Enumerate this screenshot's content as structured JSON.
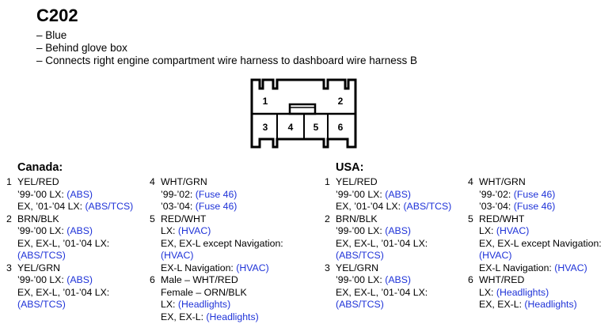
{
  "title": "C202",
  "notes": [
    "– Blue",
    "– Behind glove box",
    "– Connects right engine compartment wire harness to dashboard wire harness B"
  ],
  "colors": {
    "text": "#000000",
    "link": "#1f33d8",
    "background": "#ffffff"
  },
  "connector": {
    "cavities": [
      {
        "num": "1"
      },
      {
        "num": "2"
      },
      {
        "num": "3"
      },
      {
        "num": "4"
      },
      {
        "num": "5"
      },
      {
        "num": "6"
      }
    ]
  },
  "sections": [
    {
      "heading": "Canada:",
      "columns": [
        [
          {
            "num": "1",
            "lines": [
              [
                {
                  "t": "YEL/RED"
                }
              ],
              [
                {
                  "t": "’99-’00 LX: "
                },
                {
                  "t": "(ABS)",
                  "link": true
                }
              ],
              [
                {
                  "t": "EX, ’01-’04 LX: "
                },
                {
                  "t": "(ABS/TCS)",
                  "link": true
                }
              ]
            ]
          },
          {
            "num": "2",
            "lines": [
              [
                {
                  "t": "BRN/BLK"
                }
              ],
              [
                {
                  "t": "’99-’00 LX: "
                },
                {
                  "t": "(ABS)",
                  "link": true
                }
              ],
              [
                {
                  "t": "EX, EX-L, ’01-’04 LX:"
                }
              ],
              [
                {
                  "t": "(ABS/TCS)",
                  "link": true
                }
              ]
            ]
          },
          {
            "num": "3",
            "lines": [
              [
                {
                  "t": "YEL/GRN"
                }
              ],
              [
                {
                  "t": "’99-’00 LX: "
                },
                {
                  "t": "(ABS)",
                  "link": true
                }
              ],
              [
                {
                  "t": "EX, EX-L, ’01-’04 LX:"
                }
              ],
              [
                {
                  "t": "(ABS/TCS)",
                  "link": true
                }
              ]
            ]
          }
        ],
        [
          {
            "num": "4",
            "lines": [
              [
                {
                  "t": "WHT/GRN"
                }
              ],
              [
                {
                  "t": "’99-’02: "
                },
                {
                  "t": "(Fuse 46)",
                  "link": true
                }
              ],
              [
                {
                  "t": "’03-’04: "
                },
                {
                  "t": "(Fuse 46)",
                  "link": true
                }
              ]
            ]
          },
          {
            "num": "5",
            "lines": [
              [
                {
                  "t": "RED/WHT"
                }
              ],
              [
                {
                  "t": "LX: "
                },
                {
                  "t": "(HVAC)",
                  "link": true
                }
              ],
              [
                {
                  "t": "EX, EX-L except Navigation:"
                }
              ],
              [
                {
                  "t": "(HVAC)",
                  "link": true
                }
              ],
              [
                {
                  "t": "EX-L Navigation: "
                },
                {
                  "t": "(HVAC)",
                  "link": true
                }
              ]
            ]
          },
          {
            "num": "6",
            "lines": [
              [
                {
                  "t": "Male – WHT/RED"
                }
              ],
              [
                {
                  "t": "Female – ORN/BLK"
                }
              ],
              [
                {
                  "t": "LX: "
                },
                {
                  "t": "(Headlights)",
                  "link": true
                }
              ],
              [
                {
                  "t": "EX, EX-L: "
                },
                {
                  "t": "(Headlights)",
                  "link": true
                }
              ]
            ]
          }
        ]
      ]
    },
    {
      "heading": "USA:",
      "columns": [
        [
          {
            "num": "1",
            "lines": [
              [
                {
                  "t": "YEL/RED"
                }
              ],
              [
                {
                  "t": "’99-’00 LX: "
                },
                {
                  "t": "(ABS)",
                  "link": true
                }
              ],
              [
                {
                  "t": "EX, ’01-’04 LX: "
                },
                {
                  "t": "(ABS/TCS)",
                  "link": true
                }
              ]
            ]
          },
          {
            "num": "2",
            "lines": [
              [
                {
                  "t": "BRN/BLK"
                }
              ],
              [
                {
                  "t": "’99-’00 LX: "
                },
                {
                  "t": "(ABS)",
                  "link": true
                }
              ],
              [
                {
                  "t": "EX, EX-L, ’01-’04 LX:"
                }
              ],
              [
                {
                  "t": "(ABS/TCS)",
                  "link": true
                }
              ]
            ]
          },
          {
            "num": "3",
            "lines": [
              [
                {
                  "t": "YEL/GRN"
                }
              ],
              [
                {
                  "t": "’99-’00 LX: "
                },
                {
                  "t": "(ABS)",
                  "link": true
                }
              ],
              [
                {
                  "t": "EX, EX-L, ’01-’04 LX:"
                }
              ],
              [
                {
                  "t": "(ABS/TCS)",
                  "link": true
                }
              ]
            ]
          }
        ],
        [
          {
            "num": "4",
            "lines": [
              [
                {
                  "t": "WHT/GRN"
                }
              ],
              [
                {
                  "t": "’99-’02: "
                },
                {
                  "t": "(Fuse 46)",
                  "link": true
                }
              ],
              [
                {
                  "t": "’03-’04: "
                },
                {
                  "t": "(Fuse 46)",
                  "link": true
                }
              ]
            ]
          },
          {
            "num": "5",
            "lines": [
              [
                {
                  "t": "RED/WHT"
                }
              ],
              [
                {
                  "t": "LX: "
                },
                {
                  "t": "(HVAC)",
                  "link": true
                }
              ],
              [
                {
                  "t": "EX, EX-L except Navigation:"
                }
              ],
              [
                {
                  "t": "(HVAC)",
                  "link": true
                }
              ],
              [
                {
                  "t": "EX-L Navigation: "
                },
                {
                  "t": "(HVAC)",
                  "link": true
                }
              ]
            ]
          },
          {
            "num": "6",
            "lines": [
              [
                {
                  "t": "WHT/RED"
                }
              ],
              [
                {
                  "t": "LX: "
                },
                {
                  "t": "(Headlights)",
                  "link": true
                }
              ],
              [
                {
                  "t": "EX, EX-L: "
                },
                {
                  "t": "(Headlights)",
                  "link": true
                }
              ]
            ]
          }
        ]
      ]
    }
  ]
}
